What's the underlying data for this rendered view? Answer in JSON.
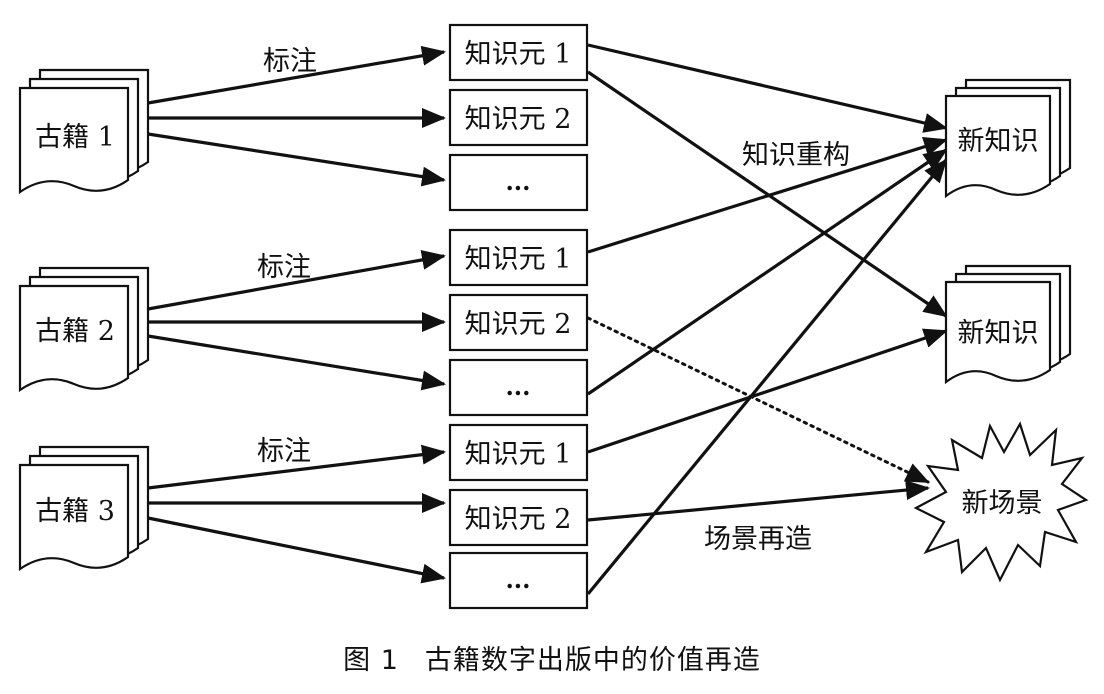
{
  "books": [
    {
      "label": "古籍 1"
    },
    {
      "label": "古籍 2"
    },
    {
      "label": "古籍 3"
    }
  ],
  "annotate_label": "标注",
  "groups": [
    {
      "units": [
        "知识元 1",
        "知识元 2",
        "..."
      ]
    },
    {
      "units": [
        "知识元 1",
        "知识元 2",
        "..."
      ]
    },
    {
      "units": [
        "知识元 1",
        "知识元 2",
        "..."
      ]
    }
  ],
  "outputs": [
    {
      "label": "新知识"
    },
    {
      "label": "新知识"
    },
    {
      "label": "新场景"
    }
  ],
  "edge_labels": {
    "reconstruct": "知识重构",
    "scene_recreate": "场景再造"
  },
  "caption": {
    "number": "图 1",
    "title": "古籍数字出版中的价值再造"
  },
  "colors": {
    "stroke": "#111111",
    "background": "#ffffff"
  }
}
